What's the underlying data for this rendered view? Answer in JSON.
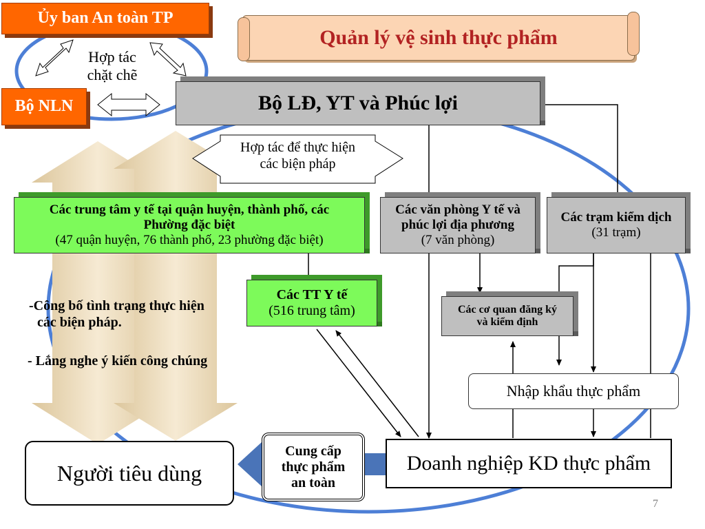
{
  "title": "Quản lý vệ sinh thực phẩm",
  "nodes": {
    "uy_ban": "Ủy ban An toàn TP",
    "bo_nln": "Bộ NLN",
    "hop_tac_1": "Hợp tác",
    "hop_tac_2": "chặt chẽ",
    "bo_ld": "Bộ LĐ, YT và Phúc lợi",
    "hop_tac_bp_1": "Hợp tác để thực hiện",
    "hop_tac_bp_2": "các biện pháp",
    "trung_tam_1": "Các trung tâm y tế tại quận huyện, thành phố, các",
    "trung_tam_2": "Phường đặc biệt",
    "trung_tam_3": "(47 quận huyện, 76 thành phố, 23 phường đặc biệt)",
    "van_phong_1": "Các văn phòng Y tế và",
    "van_phong_2": "phúc lợi địa phương",
    "van_phong_3": "(7 văn phòng)",
    "tram_1": "Các trạm kiểm dịch",
    "tram_2": "(31 trạm)",
    "tt_yte_1": "Các TT Y tế",
    "tt_yte_2": "(516 trung tâm)",
    "co_quan_1": "Các cơ quan đăng ký",
    "co_quan_2": "và kiểm định",
    "nhap_khau": "Nhập khẩu thực phẩm",
    "doanh_nghiep": "Doanh nghiệp KD thực phẩm",
    "nguoi_tieu_dung": "Người tiêu dùng",
    "cung_cap_1": "Cung cấp",
    "cung_cap_2": "thực phẩm",
    "cung_cap_3": "an toàn"
  },
  "notes": {
    "cong_bo_1": "-Công bố tình trạng thực hiện",
    "cong_bo_2": "các biện pháp.",
    "lang_nghe": "- Lắng nghe ý kiến công chúng"
  },
  "page_number": "7",
  "colors": {
    "title_text": "#b22222",
    "scroll_fill": "#fcd5b4",
    "orange": "#ff6600",
    "grey": "#bfbfbf",
    "green": "#7dfa5a",
    "ellipse": "#4d7fd6",
    "flow_arrow": "#4a74b8",
    "wide_arrow": "#e6d3ad"
  }
}
